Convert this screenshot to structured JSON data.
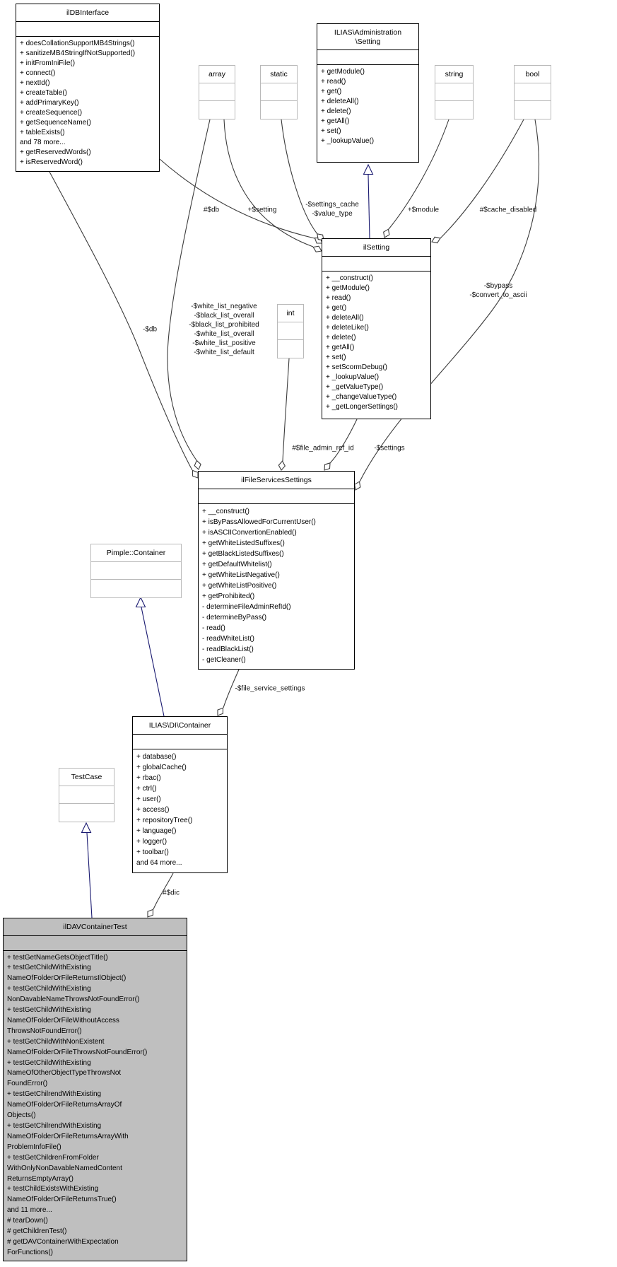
{
  "diagram": {
    "type": "uml-collaboration-diagram",
    "colors": {
      "edge": "#3c3c3c",
      "inheritance": "#191970",
      "focus_fill": "#bfbfbf",
      "ext_border": "#b9b9b9",
      "main_border": "#000000"
    },
    "classes": [
      {
        "id": "ilDBInterface",
        "name": "ilDBInterface",
        "style": "main",
        "members": [
          "+ doesCollationSupportMB4Strings()",
          "+ sanitizeMB4StringIfNotSupported()",
          "+ initFromIniFile()",
          "+ connect()",
          "+ nextId()",
          "+ createTable()",
          "+ addPrimaryKey()",
          "+ createSequence()",
          "+ getSequenceName()",
          "+ tableExists()",
          "and 78 more...",
          "+ getReservedWords()",
          "+ isReservedWord()"
        ]
      },
      {
        "id": "AdministrationSetting",
        "name": "ILIAS\\Administration\n\\Setting",
        "style": "main",
        "members": [
          "+ getModule()",
          "+ read()",
          "+ get()",
          "+ deleteAll()",
          "+ delete()",
          "+ getAll()",
          "+ set()",
          "+ _lookupValue()"
        ]
      },
      {
        "id": "array",
        "name": "array",
        "style": "ext",
        "members": []
      },
      {
        "id": "static",
        "name": "static",
        "style": "ext",
        "members": []
      },
      {
        "id": "string",
        "name": "string",
        "style": "ext",
        "members": []
      },
      {
        "id": "bool",
        "name": "bool",
        "style": "ext",
        "members": []
      },
      {
        "id": "ilSetting",
        "name": "ilSetting",
        "style": "main",
        "members": [
          "+ __construct()",
          "+ getModule()",
          "+ read()",
          "+ get()",
          "+ deleteAll()",
          "+ deleteLike()",
          "+ delete()",
          "+ getAll()",
          "+ set()",
          "+ setScormDebug()",
          "+ _lookupValue()",
          "+ _getValueType()",
          "+ _changeValueType()",
          "+ _getLongerSettings()"
        ]
      },
      {
        "id": "int",
        "name": "int",
        "style": "ext",
        "members": []
      },
      {
        "id": "ilFileServicesSettings",
        "name": "ilFileServicesSettings",
        "style": "main",
        "members": [
          "+ __construct()",
          "+ isByPassAllowedForCurrentUser()",
          "+ isASCIIConvertionEnabled()",
          "+ getWhiteListedSuffixes()",
          "+ getBlackListedSuffixes()",
          "+ getDefaultWhitelist()",
          "+ getWhiteListNegative()",
          "+ getWhiteListPositive()",
          "+ getProhibited()",
          "- determineFileAdminRefId()",
          "- determineByPass()",
          "- read()",
          "- readWhiteList()",
          "- readBlackList()",
          "- getCleaner()"
        ]
      },
      {
        "id": "PimpleContainer",
        "name": "Pimple::Container",
        "style": "ext",
        "members": []
      },
      {
        "id": "DIContainer",
        "name": "ILIAS\\DI\\Container",
        "style": "main",
        "members": [
          "+ database()",
          "+ globalCache()",
          "+ rbac()",
          "+ ctrl()",
          "+ user()",
          "+ access()",
          "+ repositoryTree()",
          "+ language()",
          "+ logger()",
          "+ toolbar()",
          "and 64 more..."
        ]
      },
      {
        "id": "TestCase",
        "name": "TestCase",
        "style": "ext",
        "members": []
      },
      {
        "id": "ilDAVContainerTest",
        "name": "ilDAVContainerTest",
        "style": "focus",
        "members": [
          "+ testGetNameGetsObjectTitle()",
          "+ testGetChildWithExisting",
          "NameOfFolderOrFileReturnsIlObject()",
          "+ testGetChildWithExisting",
          "NonDavableNameThrowsNotFoundError()",
          "+ testGetChildWithExisting",
          "NameOfFolderOrFileWithoutAccess",
          "ThrowsNotFoundError()",
          "+ testGetChildWithNonExistent",
          "NameOfFolderOrFileThrowsNotFoundError()",
          "+ testGetChildWithExisting",
          "NameOfOtherObjectTypeThrowsNot",
          "FoundError()",
          "+ testGetChilrendWithExisting",
          "NameOfFolderOrFileReturnsArrayOf",
          "Objects()",
          "+ testGetChilrendWithExisting",
          "NameOfFolderOrFileReturnsArrayWith",
          "ProblemInfoFile()",
          "+ testGetChildrenFromFolder",
          "WithOnlyNonDavableNamedContent",
          "ReturnsEmptyArray()",
          "+ testChildExistsWithExisting",
          "NameOfFolderOrFileReturnsTrue()",
          "and 11 more...",
          "# tearDown()",
          "# getChildrenTest()",
          "# getDAVContainerWithExpectation",
          "ForFunctions()"
        ]
      }
    ],
    "edge_labels": [
      "#$db",
      "+$setting",
      "-$settings_cache\n-$value_type",
      "+$module",
      "#$cache_disabled",
      "-$db",
      "-$white_list_negative\n-$black_list_overall\n-$black_list_prohibited\n-$white_list_overall\n-$white_list_positive\n-$white_list_default",
      "#$file_admin_ref_id",
      "-$settings",
      "-$bypass\n-$convert_to_ascii",
      "-$file_service_settings",
      "#$dic"
    ]
  }
}
